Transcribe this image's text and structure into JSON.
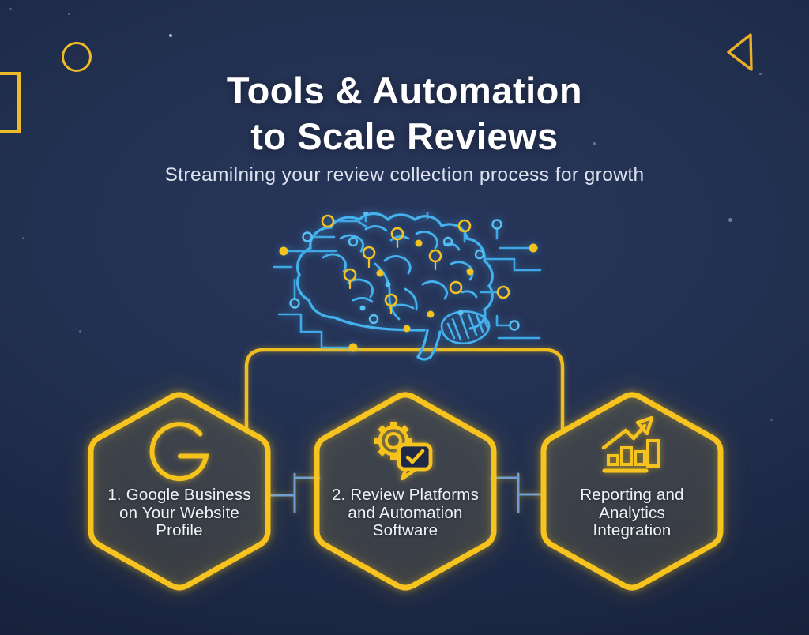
{
  "title": {
    "line1": "Tools & Automation",
    "line2": "to Scale Reviews"
  },
  "subtitle": "Streamilning your review collection process for growth",
  "illustration": {
    "name": "ai-brain-circuit-illustration"
  },
  "decor": {
    "shapes": [
      "circle-outline",
      "square-outline",
      "triangle-outline"
    ]
  },
  "colors": {
    "background_center": "#28365b",
    "background_edge": "#131b2e",
    "accent_yellow": "#f6c21d",
    "circuit_blue": "#41aaec",
    "connector_blue": "#6b9fd8",
    "title_white": "#ffffff",
    "subtitle_gray": "#dde3ee"
  },
  "hexagons": [
    {
      "icon": "google-g-icon",
      "lines": [
        "1. Google Business",
        "on Your Website",
        "Profile"
      ]
    },
    {
      "icon": "gear-chat-check-icon",
      "lines": [
        "2. Review Platforms",
        "and Automation",
        "Software"
      ]
    },
    {
      "icon": "bar-chart-growth-icon",
      "lines": [
        "Reporting and",
        "Analytics",
        "Integration"
      ]
    }
  ]
}
